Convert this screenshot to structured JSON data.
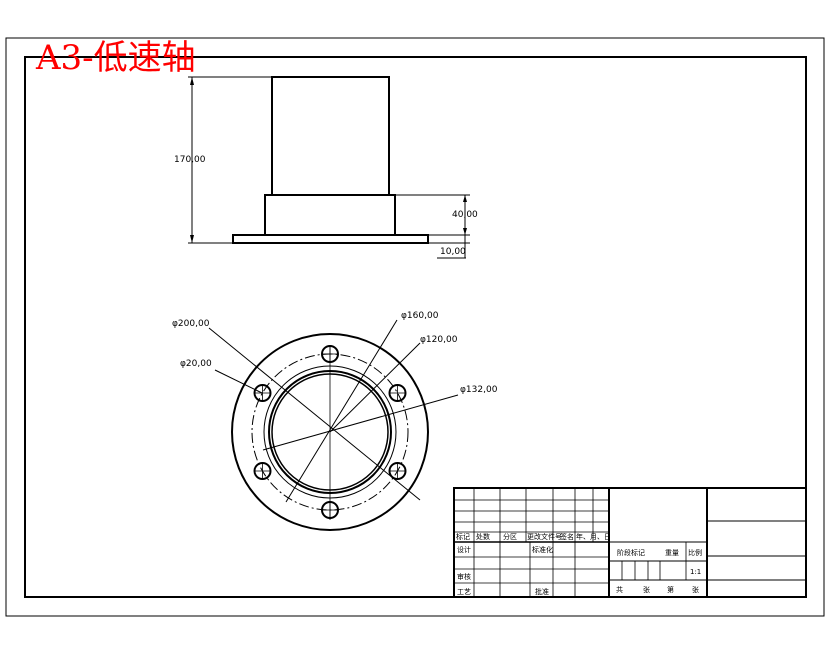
{
  "drawing": {
    "title": "A3-低速轴",
    "title_color": "#ff0000",
    "line_color": "#000000"
  },
  "front_view": {
    "dims": {
      "total_height": "170,00",
      "flange_step": "40,00",
      "flange_thickness": "10,00"
    }
  },
  "plan_view": {
    "dims": {
      "outer_diameter": "φ200,00",
      "bolt_hole": "φ20,00",
      "bolt_circle": "φ160,00",
      "inner_boss": "φ120,00",
      "pitch_circle": "φ132,00"
    },
    "bolt_hole_count": 6
  },
  "title_block": {
    "row_labels": [
      "标记",
      "处数",
      "分区",
      "更改文件号",
      "签名",
      "年、月、日"
    ],
    "design": "设计",
    "standardize": "标准化",
    "review": "审核",
    "process": "工艺",
    "approve": "批准",
    "stage_mark": "阶段标记",
    "weight": "重量",
    "scale": "比例",
    "scale_value": "1:1",
    "total_sheets": "共",
    "sheets_unit": "张",
    "sheet_no": "第",
    "sheet_unit": "张"
  }
}
